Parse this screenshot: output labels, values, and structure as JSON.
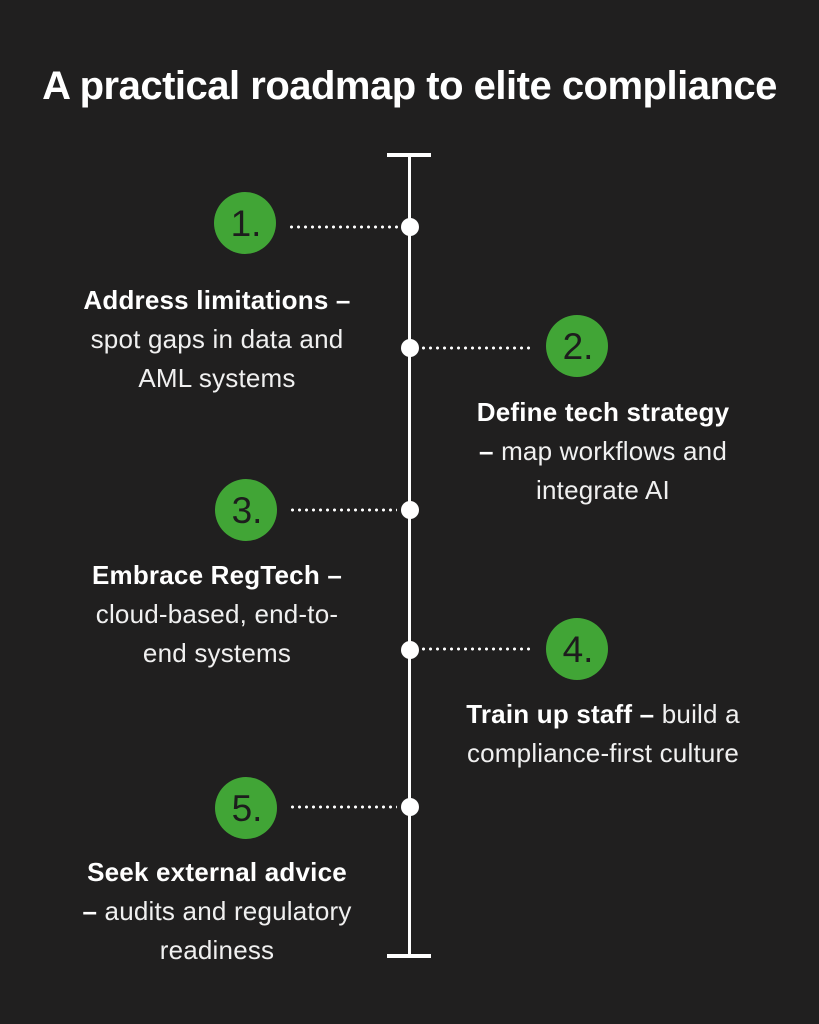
{
  "title": "A practical roadmap to elite compliance",
  "colors": {
    "bg": "#201f1f",
    "green": "#41a536",
    "white": "#ffffff",
    "text": "#f0f0f0",
    "number": "#1d1d1d"
  },
  "steps": [
    {
      "number": "1.",
      "side": "left",
      "line1_bold": "Address limitations –",
      "line2": "spot gaps in data and",
      "line3": "AML systems"
    },
    {
      "number": "2.",
      "side": "right",
      "line1_bold": "Define tech strategy",
      "line2_bold": "–",
      "line2_rest": " map workflows and",
      "line3": "integrate AI"
    },
    {
      "number": "3.",
      "side": "left",
      "line1_bold": "Embrace RegTech –",
      "line2": "cloud-based, end-to-",
      "line3": "end systems"
    },
    {
      "number": "4.",
      "side": "right",
      "line1_bold": "Train up staff –",
      "line1_rest": " build a",
      "line2": "compliance-first culture"
    },
    {
      "number": "5.",
      "side": "left",
      "line1_bold": "Seek external advice",
      "line2_bold": "–",
      "line2_rest": " audits and regulatory",
      "line3": "readiness"
    }
  ]
}
